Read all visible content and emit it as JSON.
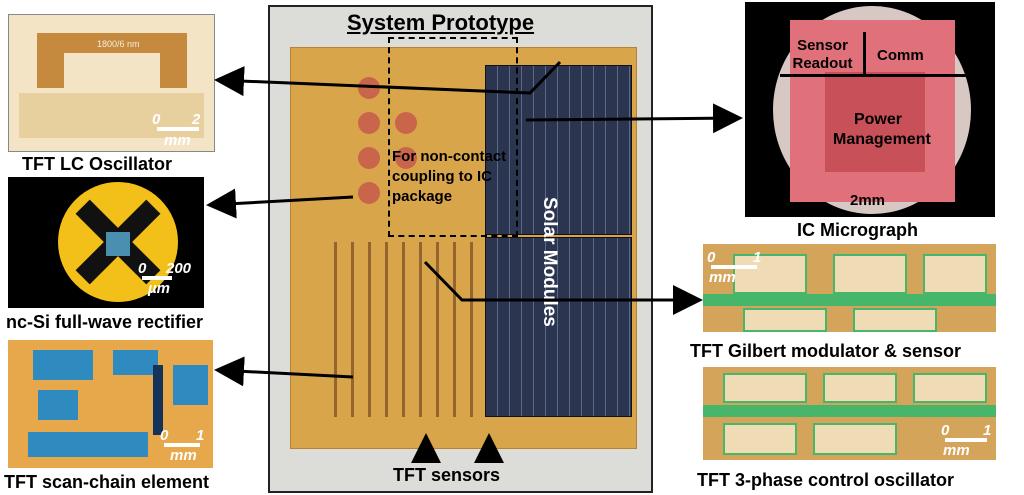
{
  "title": "System Prototype",
  "coupling_note": "For non-contact coupling to IC package",
  "solar_label": "Solar Modules",
  "tft_sensors_label": "TFT sensors",
  "panels": {
    "lc_oscillator": {
      "caption": "TFT LC Oscillator",
      "scale_zero": "0",
      "scale_value": "2",
      "scale_unit": "mm",
      "die_text": "1800/6 nm"
    },
    "rectifier": {
      "caption": "nc-Si full-wave rectifier",
      "scale_zero": "0",
      "scale_value": "200",
      "scale_unit": "µm"
    },
    "scan_chain": {
      "caption": "TFT scan-chain element",
      "scale_zero": "0",
      "scale_value": "1",
      "scale_unit": "mm"
    },
    "ic": {
      "caption": "IC Micrograph",
      "sensor_readout": "Sensor Readout",
      "comm": "Comm",
      "power": "Power Management",
      "scale": "2mm"
    },
    "gilbert": {
      "caption": "TFT Gilbert modulator & sensor",
      "scale_zero": "0",
      "scale_value": "1",
      "scale_unit": "mm"
    },
    "three_phase": {
      "caption": "TFT 3-phase control oscillator",
      "scale_zero": "0",
      "scale_value": "1",
      "scale_unit": "mm"
    }
  },
  "colors": {
    "substrate": "#d9a54a",
    "solar": "#2b3550",
    "coil": "#c9654a",
    "arrow": "#000000",
    "ic_bg": "#e0707a",
    "gilbert_green": "#47b56a",
    "scan_blue": "#2f8ac0"
  }
}
